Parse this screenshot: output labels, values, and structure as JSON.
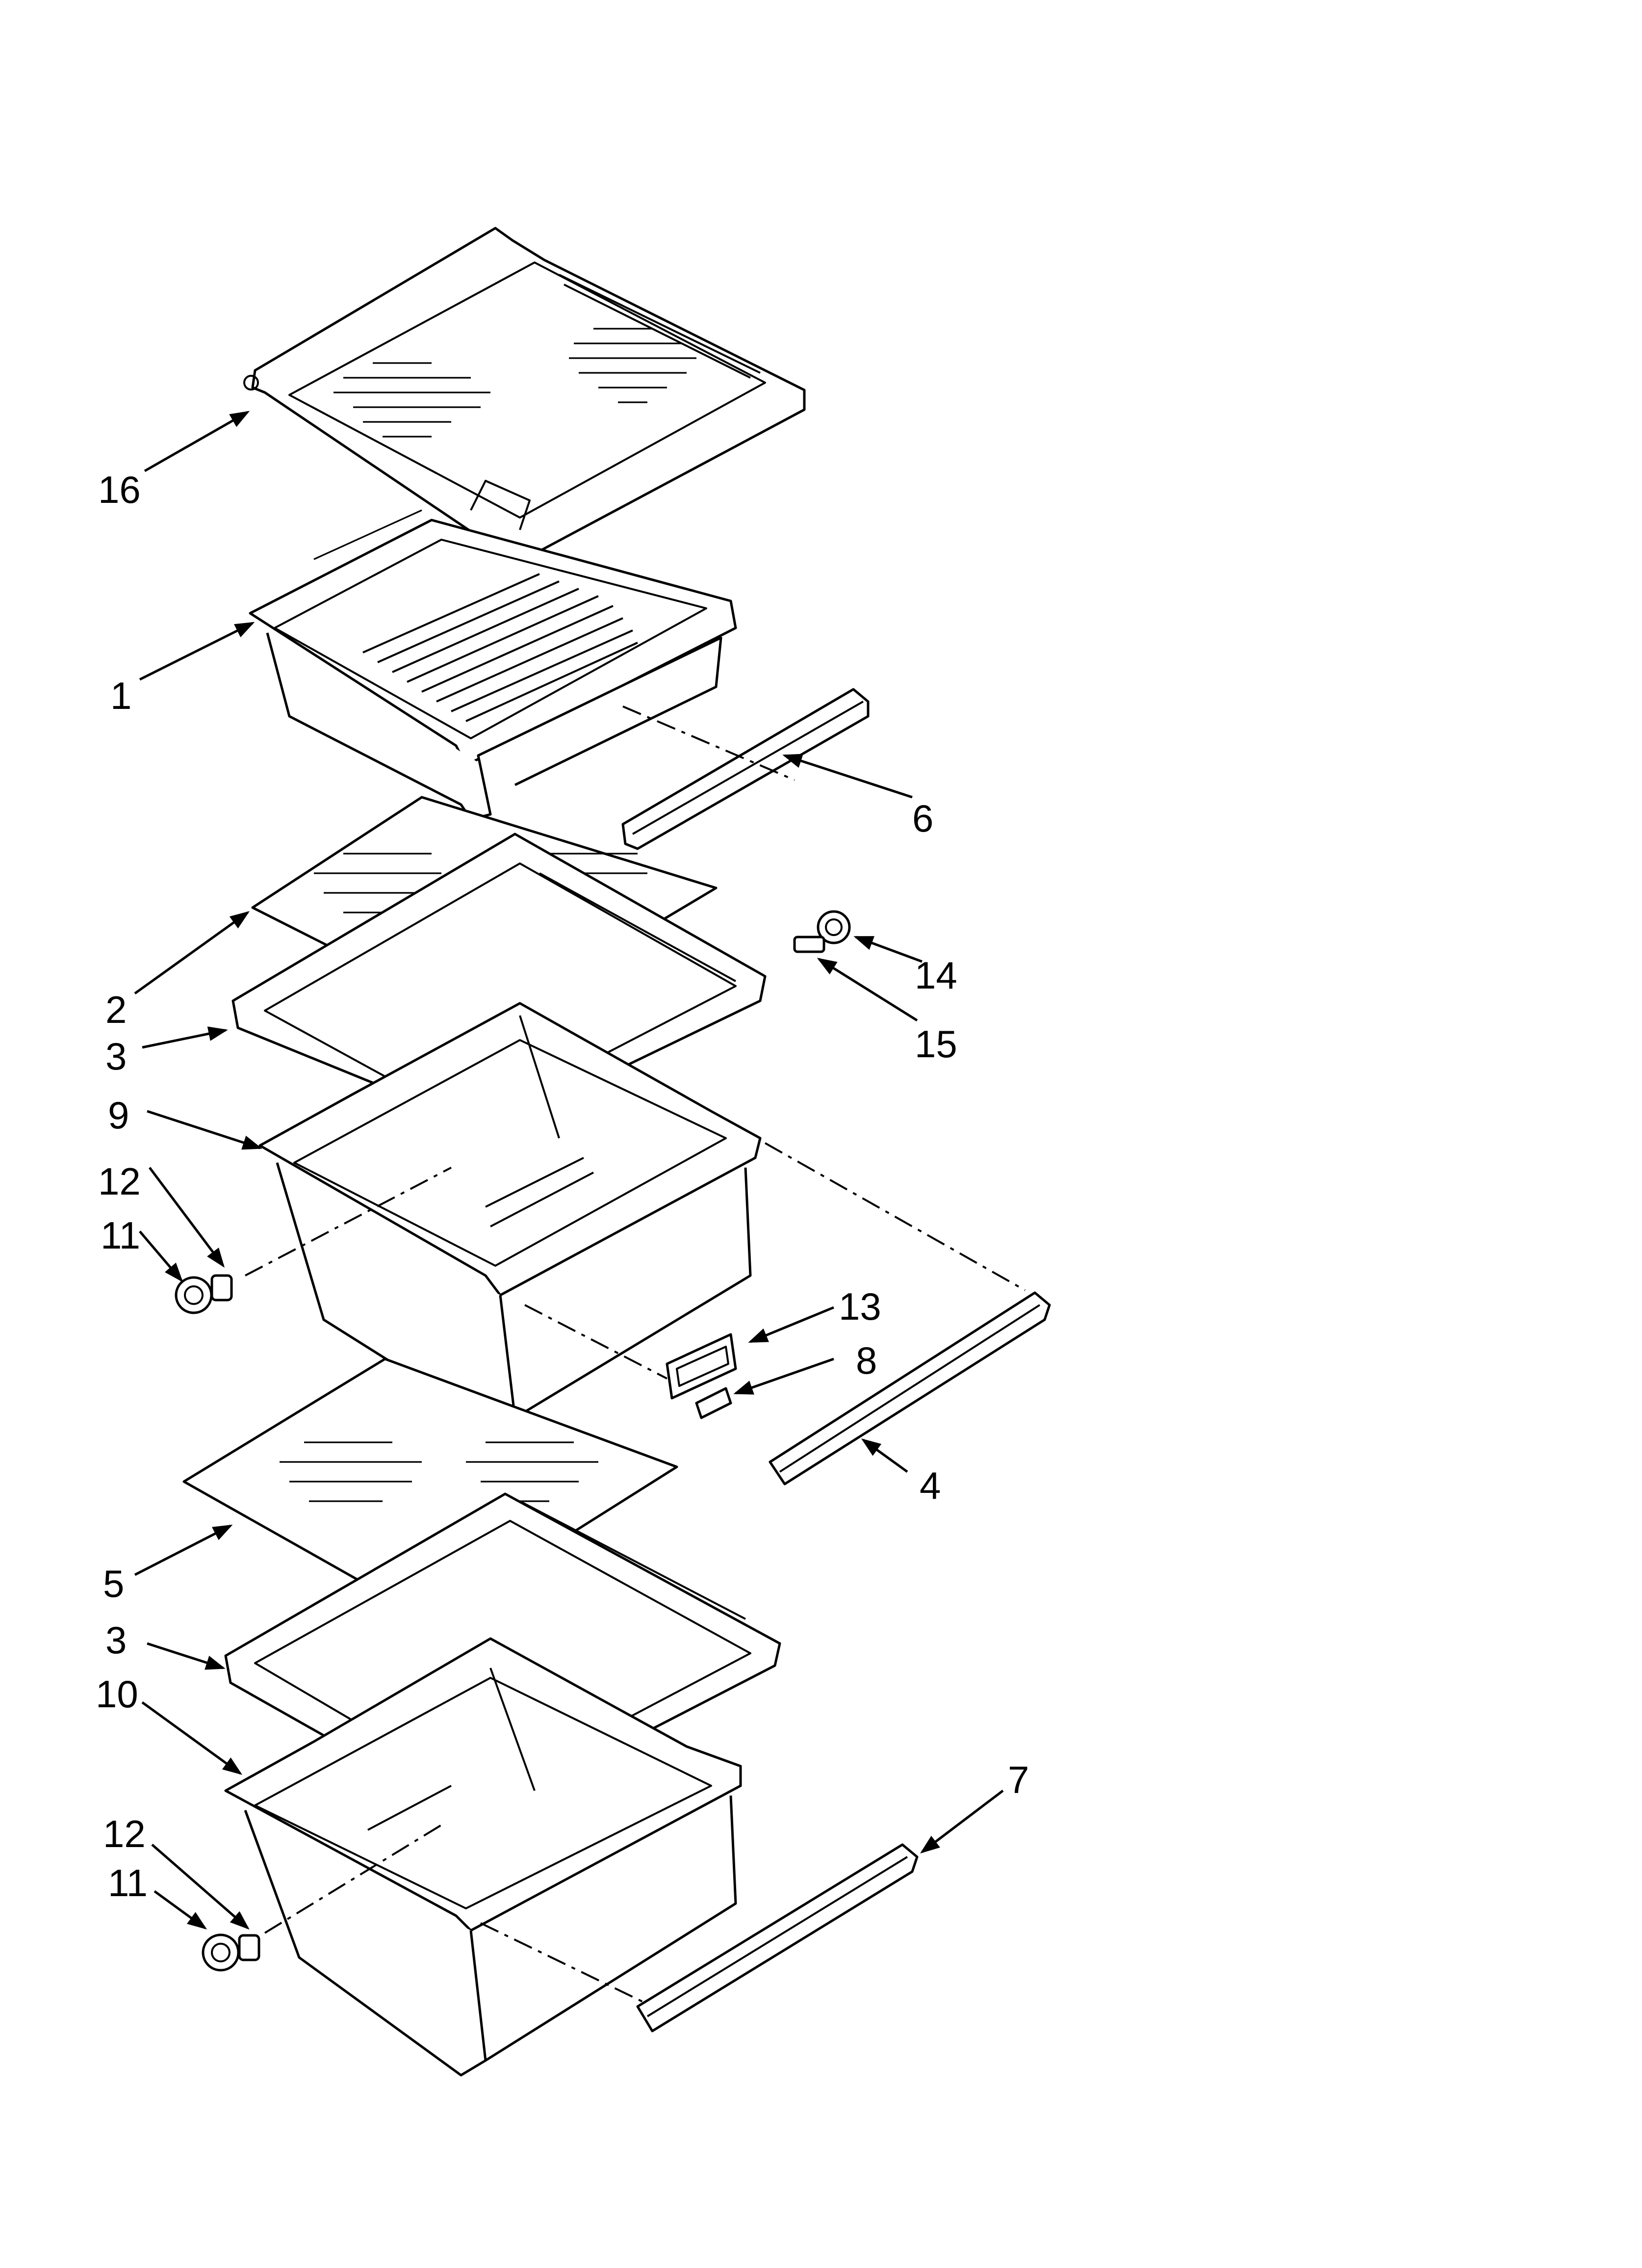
{
  "callouts": [
    {
      "id": "c16a",
      "label": "16"
    },
    {
      "id": "c1",
      "label": "1"
    },
    {
      "id": "c6",
      "label": "6"
    },
    {
      "id": "c2",
      "label": "2"
    },
    {
      "id": "c14",
      "label": "14"
    },
    {
      "id": "c15",
      "label": "15"
    },
    {
      "id": "c3a",
      "label": "3"
    },
    {
      "id": "c9",
      "label": "9"
    },
    {
      "id": "c12a",
      "label": "12"
    },
    {
      "id": "c11a",
      "label": "11"
    },
    {
      "id": "c13",
      "label": "13"
    },
    {
      "id": "c8",
      "label": "8"
    },
    {
      "id": "c4",
      "label": "4"
    },
    {
      "id": "c5",
      "label": "5"
    },
    {
      "id": "c3b",
      "label": "3"
    },
    {
      "id": "c10",
      "label": "10"
    },
    {
      "id": "c7",
      "label": "7"
    },
    {
      "id": "c12b",
      "label": "12"
    },
    {
      "id": "c11b",
      "label": "11"
    }
  ]
}
